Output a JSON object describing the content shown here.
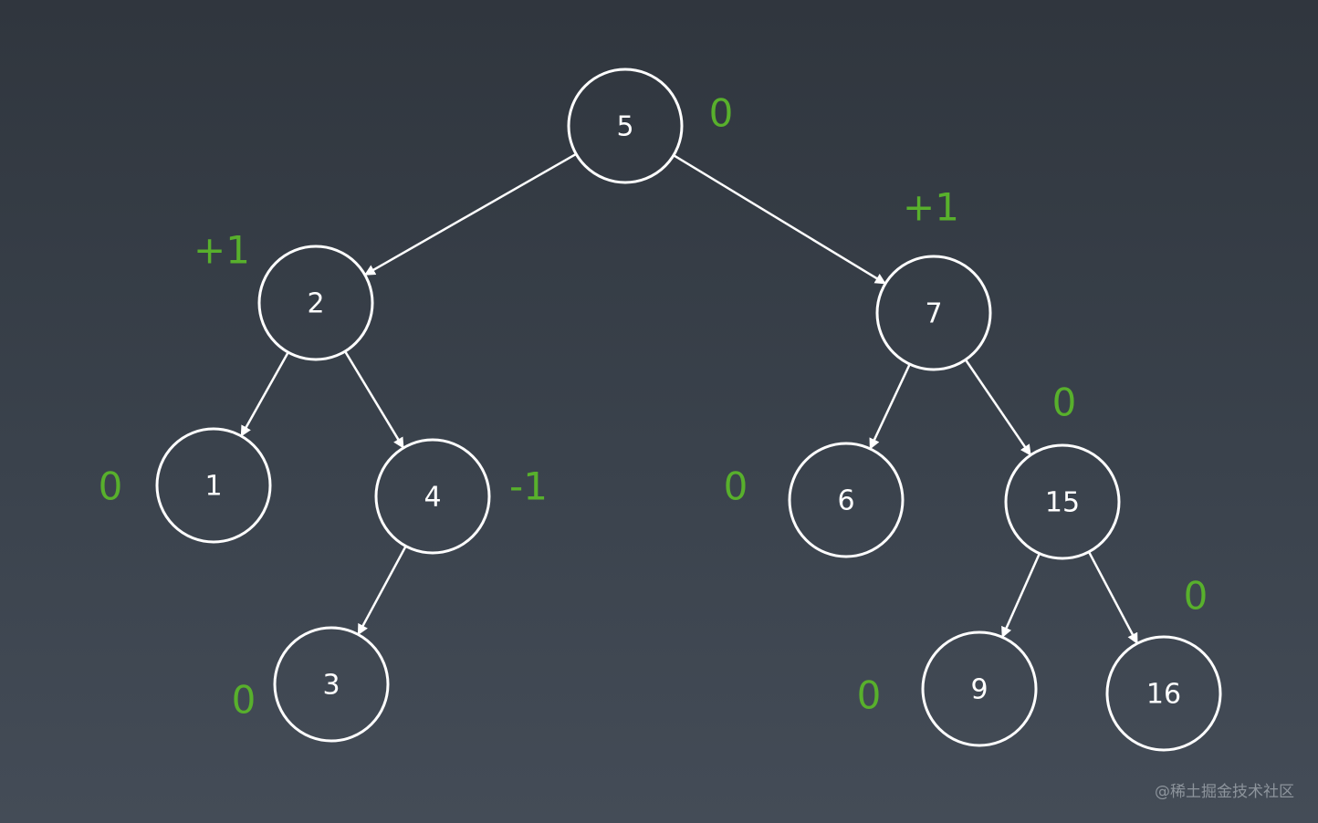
{
  "tree": {
    "nodes": [
      {
        "id": "n5",
        "label": "5",
        "balance": "0"
      },
      {
        "id": "n2",
        "label": "2",
        "balance": "+1"
      },
      {
        "id": "n7",
        "label": "7",
        "balance": "+1"
      },
      {
        "id": "n1",
        "label": "1",
        "balance": "0"
      },
      {
        "id": "n4",
        "label": "4",
        "balance": "-1"
      },
      {
        "id": "n3",
        "label": "3",
        "balance": "0"
      },
      {
        "id": "n6",
        "label": "6",
        "balance": "0"
      },
      {
        "id": "n15",
        "label": "15",
        "balance": "0"
      },
      {
        "id": "n9",
        "label": "9",
        "balance": "0"
      },
      {
        "id": "n16",
        "label": "16",
        "balance": "0"
      }
    ],
    "edges": [
      {
        "from": "n5",
        "to": "n2"
      },
      {
        "from": "n5",
        "to": "n7"
      },
      {
        "from": "n2",
        "to": "n1"
      },
      {
        "from": "n2",
        "to": "n4"
      },
      {
        "from": "n4",
        "to": "n3"
      },
      {
        "from": "n7",
        "to": "n6"
      },
      {
        "from": "n7",
        "to": "n15"
      },
      {
        "from": "n15",
        "to": "n9"
      },
      {
        "from": "n15",
        "to": "n16"
      }
    ]
  },
  "colors": {
    "node_stroke": "#ffffff",
    "balance_text": "#58b02c",
    "background_top": "#30363e",
    "background_bottom": "#444c57"
  },
  "watermark": "@稀土掘金技术社区"
}
